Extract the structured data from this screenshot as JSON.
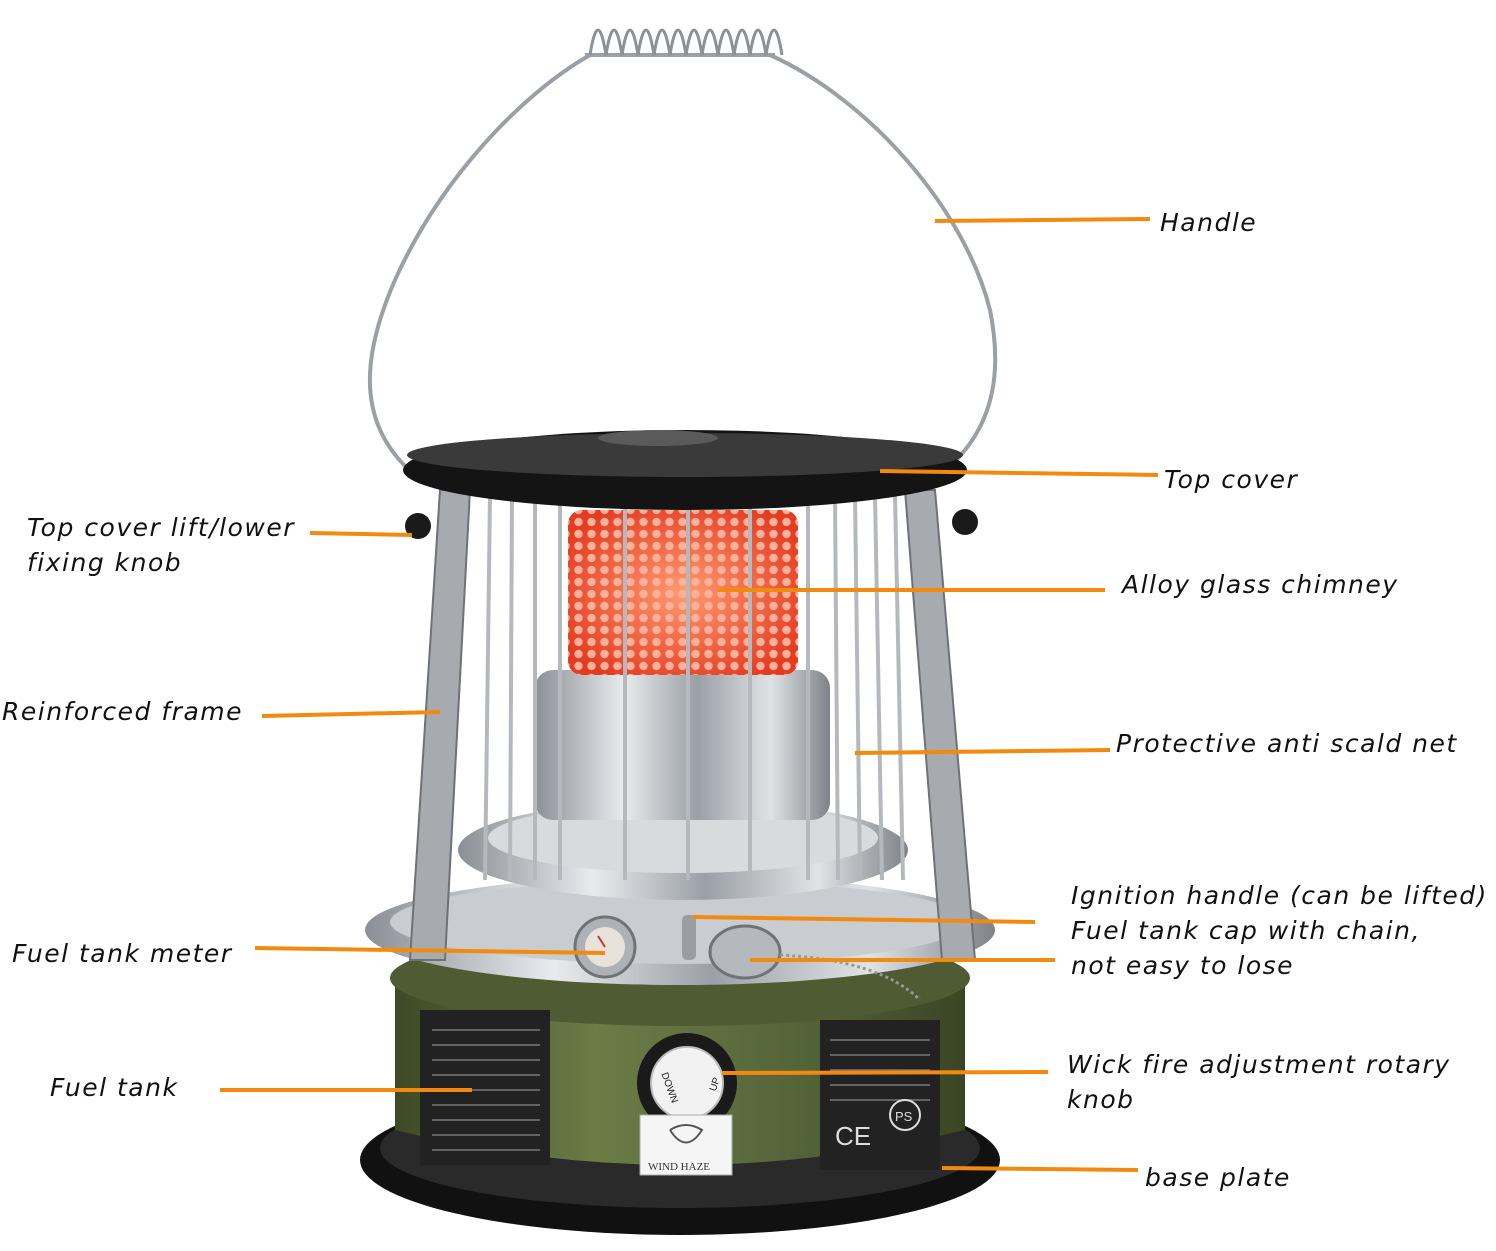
{
  "labels": {
    "handle": "Handle",
    "top_cover": "Top cover",
    "knob_line1": "Top cover lift/lower",
    "knob_line2": "fixing knob",
    "chimney": "Alloy glass chimney",
    "frame": "Reinforced frame",
    "net": "Protective anti scald net",
    "ignition": "Ignition handle (can be lifted)",
    "cap_line1": "Fuel tank cap with chain,",
    "cap_line2": "not easy to lose",
    "meter": "Fuel tank meter",
    "tank": "Fuel tank",
    "wick_line1": "Wick fire adjustment rotary",
    "wick_line2": "knob",
    "base": "base plate"
  },
  "product_print": {
    "brand": "WIND HAZE",
    "knob_up": "UP",
    "knob_down": "DOWN",
    "ce": "CE",
    "ps": "PS"
  },
  "colors": {
    "leader": "#f28a0f",
    "tank": "#5b6b3c",
    "grill": "#ff5a3a"
  }
}
